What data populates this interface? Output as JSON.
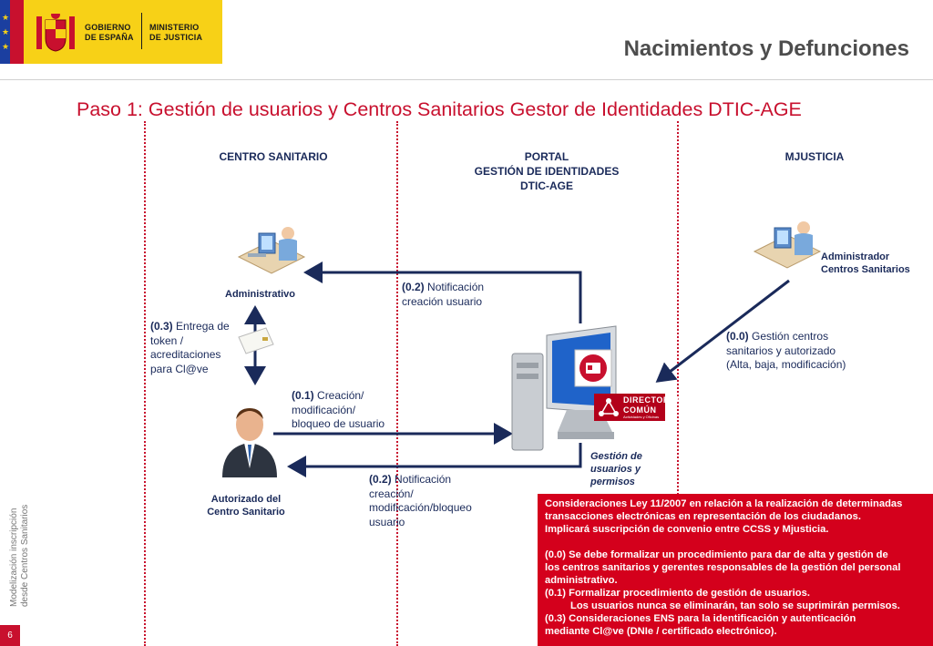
{
  "header": {
    "logo_gobierno_line1": "GOBIERNO",
    "logo_gobierno_line2": "DE ESPAÑA",
    "logo_ministerio_line1": "MINISTERIO",
    "logo_ministerio_line2": "DE JUSTICIA",
    "page_title": "Nacimientos y Defunciones"
  },
  "main_title": "Paso 1: Gestión de usuarios y Centros Sanitarios Gestor de Identidades DTIC-AGE",
  "columns": {
    "centro": "CENTRO SANITARIO",
    "portal_line1": "PORTAL",
    "portal_line2": "GESTIÓN DE IDENTIDADES",
    "portal_line3": "DTIC-AGE",
    "mjusticia": "MJUSTICIA"
  },
  "actors": {
    "administrativo": "Administrativo",
    "autorizado_line1": "Autorizado del",
    "autorizado_line2": "Centro Sanitario",
    "admin_centros_line1": "Administrador",
    "admin_centros_line2": "Centros Sanitarios",
    "gestion_line1": "Gestión de",
    "gestion_line2": "usuarios y",
    "gestion_line3": "permisos"
  },
  "badge": {
    "line1": "DIRECTORIO",
    "line2": "COMÚN",
    "line3": "Actividades y Oficinas"
  },
  "flows": {
    "f02a_code": "(0.2)",
    "f02a_line1": " Notificación",
    "f02a_line2": "creación usuario",
    "f03_code": "(0.3)",
    "f03_line1": " Entrega de",
    "f03_line2": "token /",
    "f03_line3": "acreditaciones",
    "f03_line4": "para Cl@ve",
    "f00_code": "(0.0)",
    "f00_line1": " Gestión centros",
    "f00_line2": "sanitarios y autorizado",
    "f00_line3": "(Alta, baja, modificación)",
    "f01_code": "(0.1)",
    "f01_line1": " Creación/",
    "f01_line2": "modificación/",
    "f01_line3": "bloqueo de usuario",
    "f02b_code": "(0.2)",
    "f02b_line1": " Notificación",
    "f02b_line2": "creación/",
    "f02b_line3": "modificación/bloqueo",
    "f02b_line4": "usuario"
  },
  "notes": {
    "l1": "Consideraciones Ley 11/2007 en relación a la realización de determinadas",
    "l2": "transacciones electrónicas en representación de los ciudadanos.",
    "l3": "Implicará suscripción de convenio entre CCSS y Mjusticia.",
    "l4": "(0.0) Se debe formalizar un procedimiento para dar de alta y gestión de",
    "l5": "los centros sanitarios y gerentes responsables de la gestión del personal",
    "l6": "administrativo.",
    "l7": "(0.1) Formalizar procedimiento de gestión de usuarios.",
    "l8": "Los usuarios nunca se eliminarán, tan solo se suprimirán permisos.",
    "l9": "(0.3) Consideraciones ENS para la identificación y autenticación",
    "l10": "mediante Cl@ve (DNIe / certificado electrónico)."
  },
  "footer": {
    "side_line1": "Modelización inscripción",
    "side_line2": "desde Centros Sanitarios",
    "page_number": "6"
  },
  "colors": {
    "accent_red": "#c8102e",
    "navy": "#1a2a5a",
    "logo_yellow": "#f7d117"
  }
}
